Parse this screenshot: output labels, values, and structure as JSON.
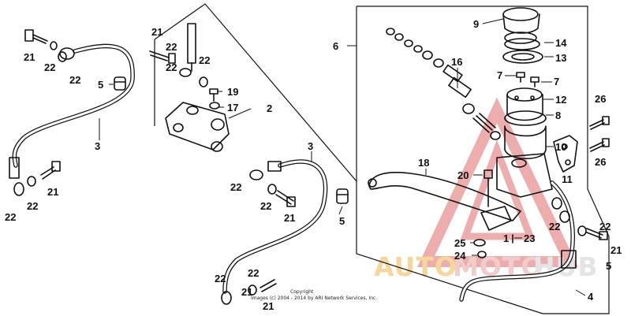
{
  "callouts": {
    "c1": "1",
    "c2": "2",
    "c3a": "3",
    "c3b": "3",
    "c4": "4",
    "c5a": "5",
    "c5b": "5",
    "c5c": "5",
    "c6": "6",
    "c7a": "7",
    "c7b": "7",
    "c8": "8",
    "c9": "9",
    "c10": "10",
    "c11": "11",
    "c12": "12",
    "c13": "13",
    "c14": "14",
    "c16": "16",
    "c17": "17",
    "c18": "18",
    "c19": "19",
    "c20": "20",
    "c21a": "21",
    "c21b": "21",
    "c21c": "21",
    "c21d": "21",
    "c21e": "21",
    "c21f": "21",
    "c21g": "21",
    "c22a": "22",
    "c22b": "22",
    "c22c": "22",
    "c22d": "22",
    "c22e": "22",
    "c22f": "22",
    "c22g": "22",
    "c22h": "22",
    "c22i": "22",
    "c22j": "22",
    "c22k": "22",
    "c22l": "22",
    "c23": "23",
    "c24": "24",
    "c25": "25",
    "c26a": "26",
    "c26b": "26"
  },
  "copyright": {
    "line1": "Copyright",
    "line2": "Images (c) 2004 - 2014 by ARI Network Services, Inc."
  },
  "watermark": {
    "left": "AUTO",
    "middle": "MOTO",
    "right": "HUB",
    "color_left": "#f2b54a",
    "color_middle": "#e8a4a4",
    "color_right": "#dcdcdc",
    "triangle_color": "#e06b6b"
  }
}
